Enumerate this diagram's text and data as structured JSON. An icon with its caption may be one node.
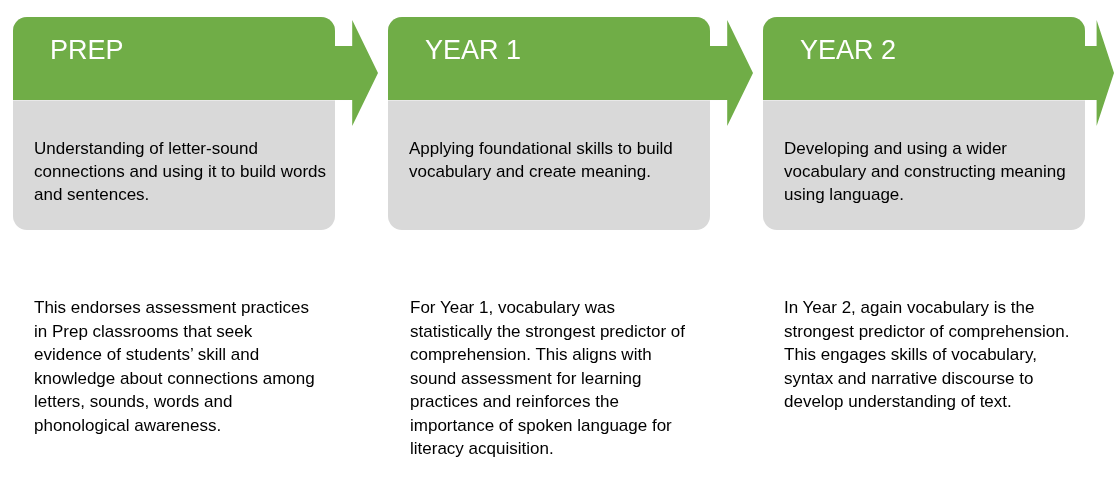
{
  "diagram": {
    "nodes": [
      {
        "text": [
          "PREP",
          "Understanding of letter-sound connections and using it to build words and sentences."
        ]
      },
      {
        "text": [
          "YEAR 1",
          "Applying foundational skills to build vocabulary and create meaning."
        ]
      },
      {
        "text": [
          "YEAR 2",
          "Developing and using a wider vocabulary and constructing meaning using language."
        ]
      }
    ],
    "edges": [
      {
        "from": 0,
        "to": 1,
        "arrow": "to"
      },
      {
        "from": 1,
        "to": 2,
        "arrow": "to"
      },
      {
        "from": 2,
        "to": null,
        "arrow": "to"
      }
    ],
    "labels": [
      "This endorses assessment practices in Prep classrooms that seek evidence of students’ skill and knowledge about connections among letters, sounds, words and phonological awareness.",
      "For Year 1, vocabulary was statistically the strongest predictor of comprehension. This aligns with sound assessment for learning practices and reinforces the importance of spoken language for literacy acquisition.",
      "In Year 2, again vocabulary is the strongest predictor of comprehension.  This engages skills of vocabulary, syntax and narrative discourse to develop understanding of text."
    ]
  }
}
